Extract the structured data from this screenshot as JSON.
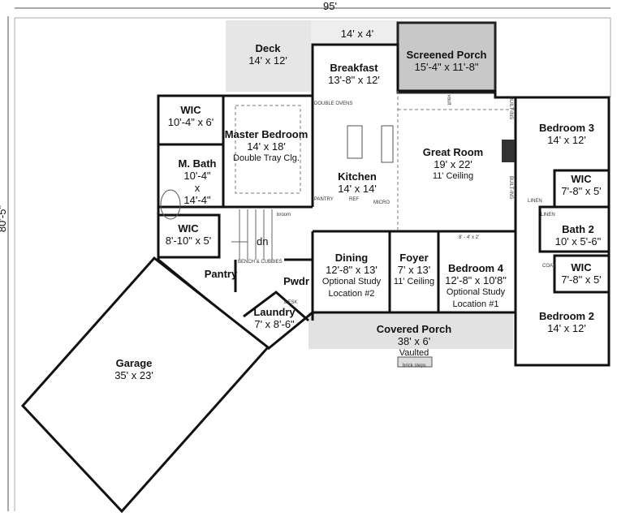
{
  "dimensions": {
    "width": "95'",
    "depth": "80'-5\""
  },
  "rooms": {
    "deck": {
      "name": "Deck",
      "size": "14' x 12'"
    },
    "deck_strip": {
      "size": "14' x 4'"
    },
    "screened_porch": {
      "name": "Screened Porch",
      "size": "15'-4\" x 11'-8\""
    },
    "breakfast": {
      "name": "Breakfast",
      "size": "13'-8\" x 12'"
    },
    "wic_master": {
      "name": "WIC",
      "size": "10'-4\" x 6'"
    },
    "master_bedroom": {
      "name": "Master Bedroom",
      "size": "14' x 18'",
      "note": "Double Tray Clg."
    },
    "master_bath": {
      "name": "M. Bath",
      "size": "10'-4\"",
      "x": "x",
      "size2": "14'-4\""
    },
    "wic_small": {
      "name": "WIC",
      "size": "8'-10\" x 5'"
    },
    "kitchen": {
      "name": "Kitchen",
      "size": "14' x 14'"
    },
    "great_room": {
      "name": "Great Room",
      "size": "19' x 22'",
      "note": "11' Ceiling"
    },
    "bedroom3": {
      "name": "Bedroom 3",
      "size": "14' x 12'"
    },
    "wic_b3": {
      "name": "WIC",
      "size": "7'-8\" x 5'"
    },
    "bath2": {
      "name": "Bath 2",
      "size": "10' x 5'-6\""
    },
    "wic_b2": {
      "name": "WIC",
      "size": "7'-8\" x 5'"
    },
    "bedroom2": {
      "name": "Bedroom 2",
      "size": "14' x 12'"
    },
    "dining": {
      "name": "Dining",
      "size": "12'-8\" x 13'",
      "note": "Optional Study",
      "note2": "Location #2"
    },
    "foyer": {
      "name": "Foyer",
      "size": "7' x 13'",
      "note": "11' Ceiling"
    },
    "bedroom4": {
      "name": "Bedroom 4",
      "size": "12'-8\" x 10'8\"",
      "note": "Optional Study",
      "note2": "Location #1"
    },
    "pantry": {
      "name": "Pantry"
    },
    "powder": {
      "name": "Pwdr"
    },
    "laundry": {
      "name": "Laundry",
      "size": "7' x 8'-6\""
    },
    "covered_porch": {
      "name": "Covered Porch",
      "size": "38' x 6'",
      "note": "Vaulted"
    },
    "garage": {
      "name": "Garage",
      "size": "35' x 23'"
    }
  },
  "annotations": {
    "stairs": "dn",
    "vault": "vault",
    "built_ins": "BUILT-INS",
    "double_ovens": "DOUBLE OVENS",
    "pantry_small": "PANTRY",
    "ref": "REF",
    "micro": "MICRO",
    "linen": "LINEN",
    "coat": "COAT",
    "broom": "broom",
    "bench": "BENCH & CUBBIES",
    "desk": "DESK",
    "shelf": "8' - 4' x 2'",
    "brick_steps": "brick steps"
  }
}
